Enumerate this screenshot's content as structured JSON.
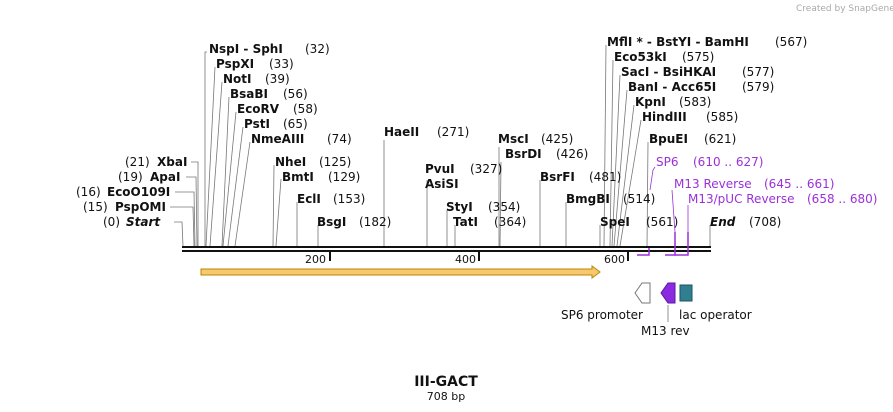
{
  "credit": "Created by SnapGene",
  "title": "III-GACT",
  "subtitle": "708 bp",
  "ruler": {
    "ticks": [
      "200",
      "400",
      "600"
    ]
  },
  "sites": [
    {
      "name": "Start",
      "pos": "(0)",
      "italic": true
    },
    {
      "name": "PspOMI",
      "pos": "(15)"
    },
    {
      "name": "EcoO109I",
      "pos": "(16)"
    },
    {
      "name": "ApaI",
      "pos": "(19)"
    },
    {
      "name": "XbaI",
      "pos": "(21)"
    },
    {
      "name": "NspI  -  SphI",
      "pos": "(32)"
    },
    {
      "name": "PspXI",
      "pos": "(33)"
    },
    {
      "name": "NotI",
      "pos": "(39)"
    },
    {
      "name": "BsaBI",
      "pos": "(56)"
    },
    {
      "name": "EcoRV",
      "pos": "(58)"
    },
    {
      "name": "PstI",
      "pos": "(65)"
    },
    {
      "name": "NmeAIII",
      "pos": "(74)"
    },
    {
      "name": "NheI",
      "pos": "(125)"
    },
    {
      "name": "BmtI",
      "pos": "(129)"
    },
    {
      "name": "EclI",
      "pos": "(153)"
    },
    {
      "name": "BsgI",
      "pos": "(182)"
    },
    {
      "name": "HaeII",
      "pos": "(271)"
    },
    {
      "name": "PvuI",
      "pos": "(327)"
    },
    {
      "name": "AsiSI",
      "pos": ""
    },
    {
      "name": "StyI",
      "pos": "(354)"
    },
    {
      "name": "TatI",
      "pos": "(364)"
    },
    {
      "name": "MscI",
      "pos": "(425)"
    },
    {
      "name": "BsrDI",
      "pos": "(426)"
    },
    {
      "name": "BsrFI",
      "pos": "(481)"
    },
    {
      "name": "BmgBI",
      "pos": "(514)"
    },
    {
      "name": "SpeI",
      "pos": "(561)"
    },
    {
      "name": "MflI *  -  BstYI  -  BamHI",
      "pos": "(567)"
    },
    {
      "name": "Eco53kI",
      "pos": "(575)"
    },
    {
      "name": "SacI  -  BsiHKAI",
      "pos": "(577)"
    },
    {
      "name": "BanI  -  Acc65I",
      "pos": "(579)"
    },
    {
      "name": "KpnI",
      "pos": "(583)"
    },
    {
      "name": "HindIII",
      "pos": "(585)"
    },
    {
      "name": "BpuEI",
      "pos": "(621)"
    },
    {
      "name": "End",
      "pos": "(708)",
      "italic": true
    }
  ],
  "primers": [
    {
      "name": "SP6",
      "range": "(610 .. 627)"
    },
    {
      "name": "M13 Reverse",
      "range": "(645 .. 661)"
    },
    {
      "name": "M13/pUC Reverse",
      "range": "(658 .. 680)"
    }
  ],
  "features": [
    {
      "name": "SP6 promoter"
    },
    {
      "name": "M13 rev"
    },
    {
      "name": "lac operator"
    }
  ],
  "colors": {
    "primer": "#9b30d9",
    "orf_fill": "#f7c96c",
    "orf_stroke": "#b8860b",
    "lac_operator": "#2f7f91",
    "m13_rev": "#8a2be2"
  }
}
